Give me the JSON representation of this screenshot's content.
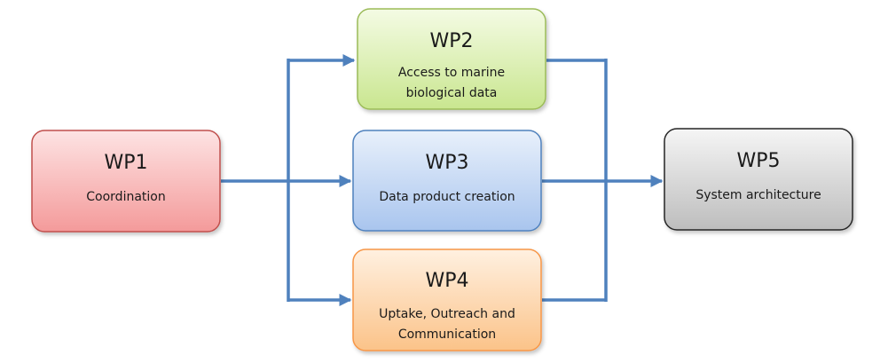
{
  "nodes": [
    {
      "id": "wp1",
      "title": "WP1",
      "lines": [
        "Coordination"
      ]
    },
    {
      "id": "wp2",
      "title": "WP2",
      "lines": [
        "Access to marine",
        "biological data"
      ]
    },
    {
      "id": "wp3",
      "title": "WP3",
      "lines": [
        "Data product creation"
      ]
    },
    {
      "id": "wp4",
      "title": "WP4",
      "lines": [
        "Uptake, Outreach and",
        "Communication"
      ]
    },
    {
      "id": "wp5",
      "title": "WP5",
      "lines": [
        "System architecture"
      ]
    }
  ],
  "edges": [
    {
      "from": "wp1",
      "to": "wp2"
    },
    {
      "from": "wp1",
      "to": "wp3"
    },
    {
      "from": "wp1",
      "to": "wp4"
    },
    {
      "from": "wp2",
      "to": "wp5"
    },
    {
      "from": "wp3",
      "to": "wp5"
    },
    {
      "from": "wp4",
      "to": "wp5"
    }
  ],
  "colors": {
    "connector": "#4f81bd",
    "wp1": {
      "top": "#fde3e3",
      "bottom": "#f49a9a",
      "border": "#c0504d"
    },
    "wp2": {
      "top": "#f4fbe4",
      "bottom": "#c9e68f",
      "border": "#9bbb59"
    },
    "wp3": {
      "top": "#e8f0fb",
      "bottom": "#a9c5ee",
      "border": "#4f81bd"
    },
    "wp4": {
      "top": "#fff0e0",
      "bottom": "#fbc389",
      "border": "#f79646"
    },
    "wp5": {
      "top": "#f5f5f5",
      "bottom": "#bdbdbd",
      "border": "#262626"
    }
  }
}
